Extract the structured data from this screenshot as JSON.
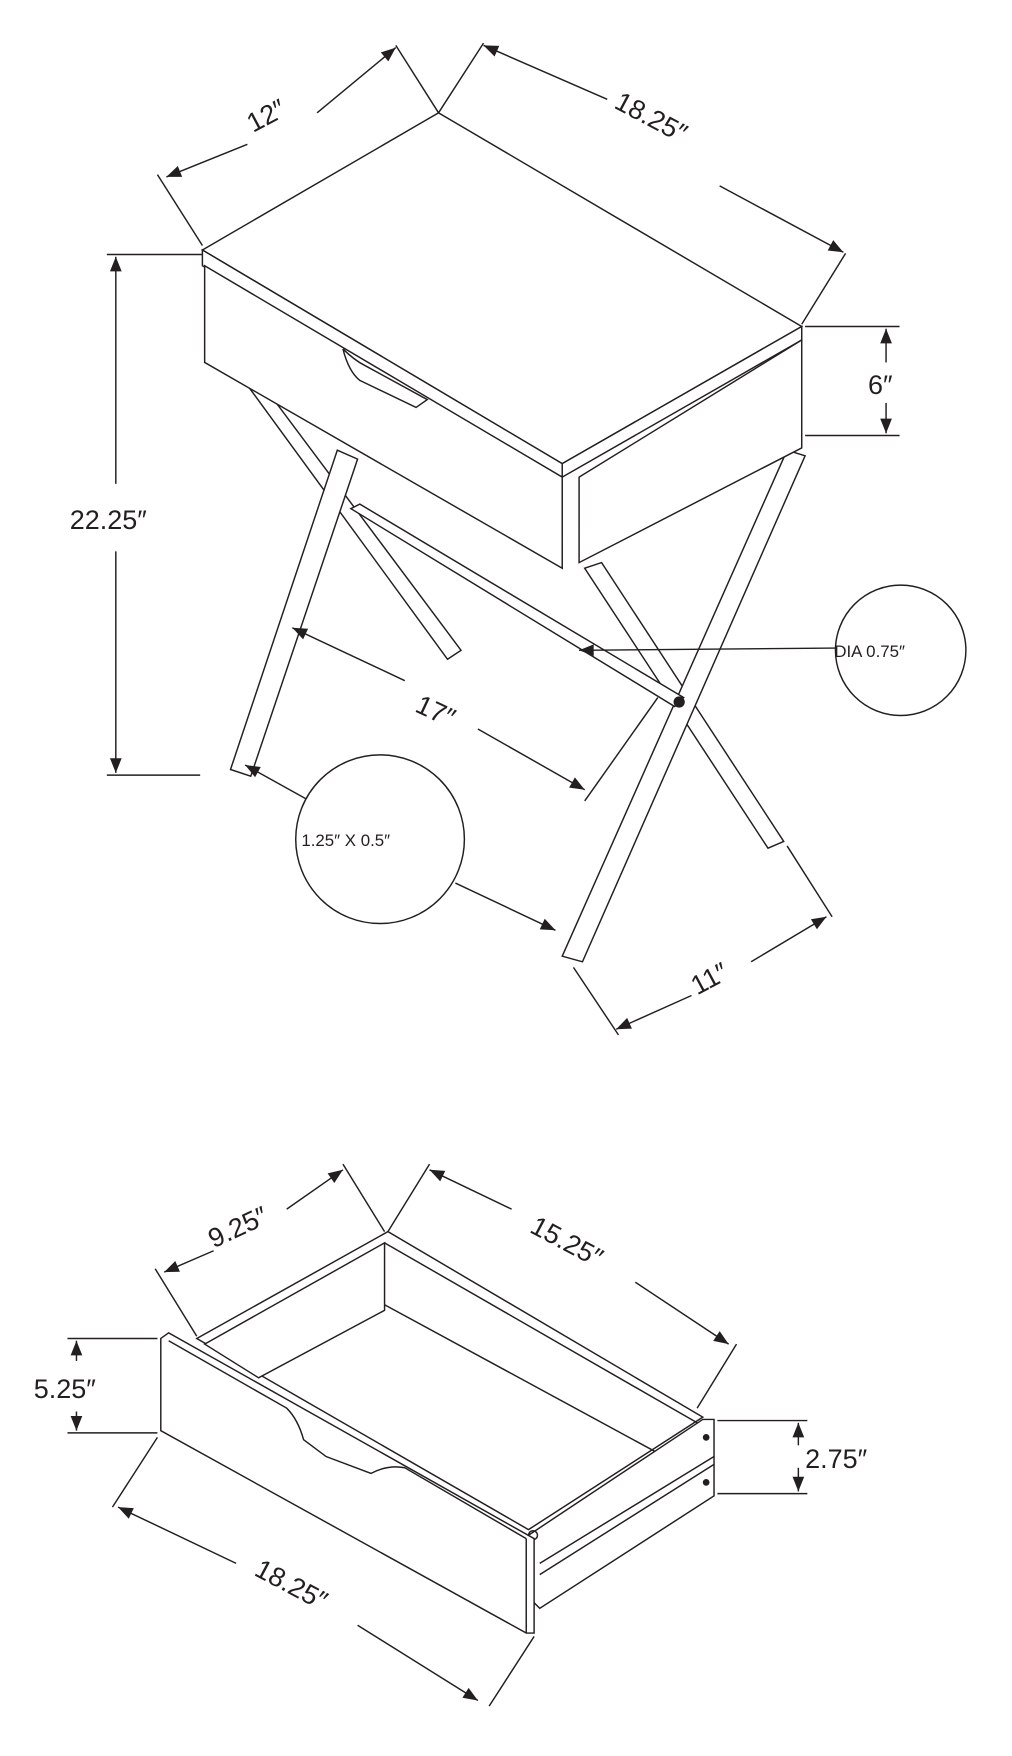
{
  "table": {
    "depth": "12″",
    "width": "18.25″",
    "height": "22.25″",
    "apron_height": "6″",
    "rail_length": "17″",
    "leg_spread": "11″",
    "rail_diameter": "DIA 0.75″",
    "leg_size": "1.25″ X 0.5″"
  },
  "drawer": {
    "depth": "9.25″",
    "length": "15.25″",
    "front_height": "5.25″",
    "side_height": "2.75″",
    "front_width": "18.25″"
  }
}
